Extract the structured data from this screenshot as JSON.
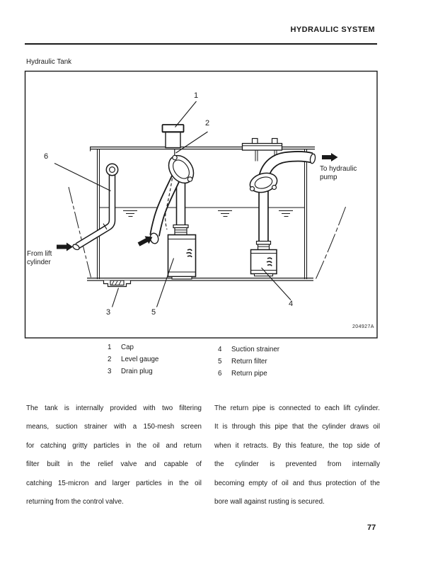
{
  "header": {
    "title": "HYDRAULIC SYSTEM"
  },
  "figure": {
    "title": "Hydraulic Tank",
    "code": "204927A",
    "callouts": {
      "n1": "1",
      "n2": "2",
      "n3": "3",
      "n4": "4",
      "n5": "5",
      "n6": "6"
    },
    "annotations": {
      "to_pump": "To hydraulic\npump",
      "from_cylinder": "From lift\ncylinder"
    },
    "icons": {
      "flow_arrows": "solid-right-arrow"
    }
  },
  "legend": {
    "items": [
      {
        "num": "1",
        "label": "Cap"
      },
      {
        "num": "2",
        "label": "Level gauge"
      },
      {
        "num": "3",
        "label": "Drain plug"
      },
      {
        "num": "4",
        "label": "Suction strainer"
      },
      {
        "num": "5",
        "label": "Return filter"
      },
      {
        "num": "6",
        "label": "Return pipe"
      }
    ]
  },
  "body": {
    "col1": "The tank is internally provided with two filtering\nmeans, suction strainer with a 150-mesh screen\nfor catching gritty particles in the oil and return\nfilter built in the relief valve and capable of\ncatching 15-micron and larger particles in the oil\nreturning from the control valve.",
    "col2": "The return pipe is connected to each lift cylinder.\nIt is through this pipe that the cylinder draws oil\nwhen it retracts. By this feature, the top side of\nthe cylinder is prevented from internally\nbecoming empty of oil and thus protection of the\nbore wall against rusting is secured."
  },
  "footer": {
    "page_number": "77"
  },
  "colors": {
    "ink": "#1a1a1a",
    "paper": "#ffffff"
  }
}
